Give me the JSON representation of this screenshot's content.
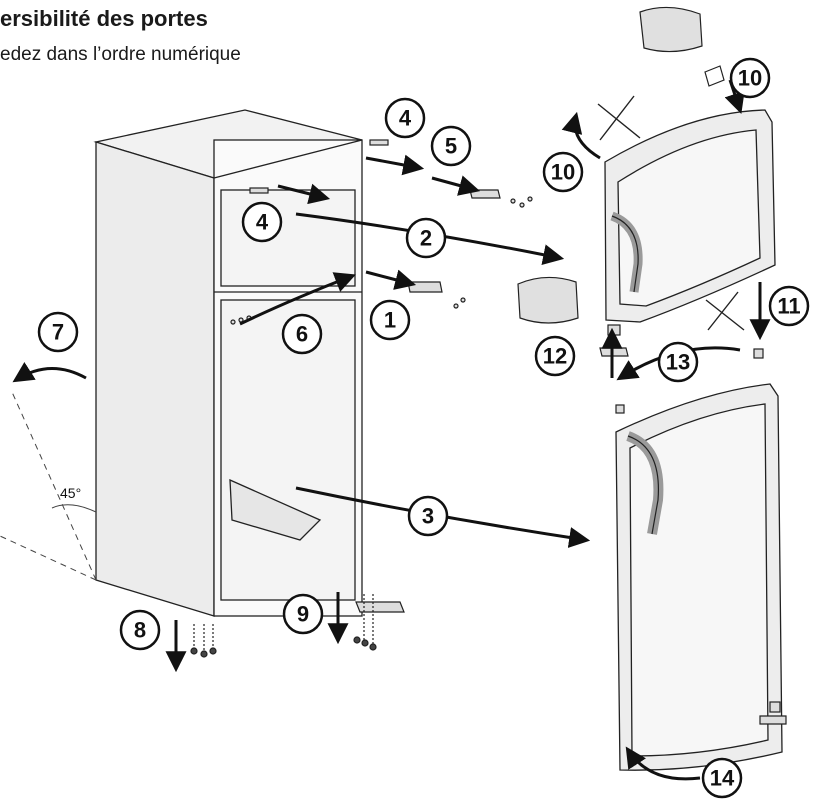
{
  "title": "ersibilité des portes",
  "subtitle": "edez dans l’ordre numérique",
  "angle_label": "45°",
  "step_labels": [
    "1",
    "2",
    "3",
    "4",
    "4",
    "5",
    "6",
    "7",
    "8",
    "9",
    "10",
    "10",
    "11",
    "12",
    "13",
    "14"
  ]
}
